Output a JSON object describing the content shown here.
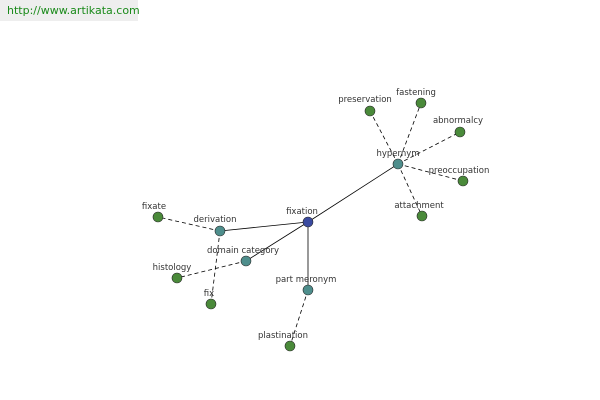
{
  "header": {
    "url": "http://www.artikata.com"
  },
  "colors": {
    "center": "#3a4aa0",
    "relation": "#4e8e8c",
    "leaf": "#4a8a3a",
    "edge": "#000000"
  },
  "graph": {
    "center": {
      "id": "fixation",
      "label": "fixation"
    },
    "relations": [
      {
        "id": "hypernym",
        "label": "hypernym"
      },
      {
        "id": "derivation",
        "label": "derivation"
      },
      {
        "id": "domain-category",
        "label": "domain category"
      },
      {
        "id": "part-meronym",
        "label": "part meronym"
      }
    ],
    "leaves": [
      {
        "id": "preservation",
        "label": "preservation",
        "parent": "hypernym"
      },
      {
        "id": "fastening",
        "label": "fastening",
        "parent": "hypernym"
      },
      {
        "id": "abnormalcy",
        "label": "abnormalcy",
        "parent": "hypernym"
      },
      {
        "id": "preoccupation",
        "label": "preoccupation",
        "parent": "hypernym"
      },
      {
        "id": "attachment",
        "label": "attachment",
        "parent": "hypernym"
      },
      {
        "id": "fixate",
        "label": "fixate",
        "parent": "derivation"
      },
      {
        "id": "fix",
        "label": "fix",
        "parent": "derivation"
      },
      {
        "id": "histology",
        "label": "histology",
        "parent": "domain-category"
      },
      {
        "id": "plastination",
        "label": "plastination",
        "parent": "part-meronym"
      }
    ]
  }
}
